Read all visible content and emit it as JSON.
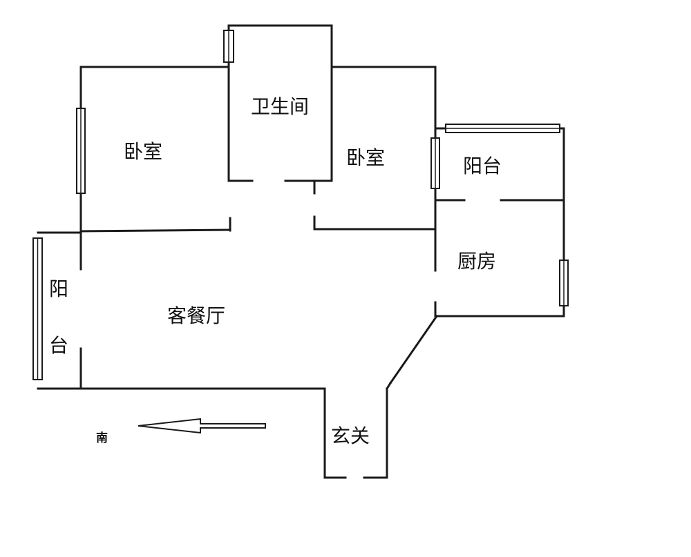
{
  "rooms": {
    "bedroom_left": "卧室",
    "bathroom": "卫生间",
    "bedroom_right": "卧室",
    "balcony_right": "阳台",
    "kitchen": "厨房",
    "balcony_left_top": "阳",
    "balcony_left_bottom": "台",
    "living_dining": "客餐厅",
    "entrance": "玄关"
  },
  "compass": {
    "label": "南"
  }
}
